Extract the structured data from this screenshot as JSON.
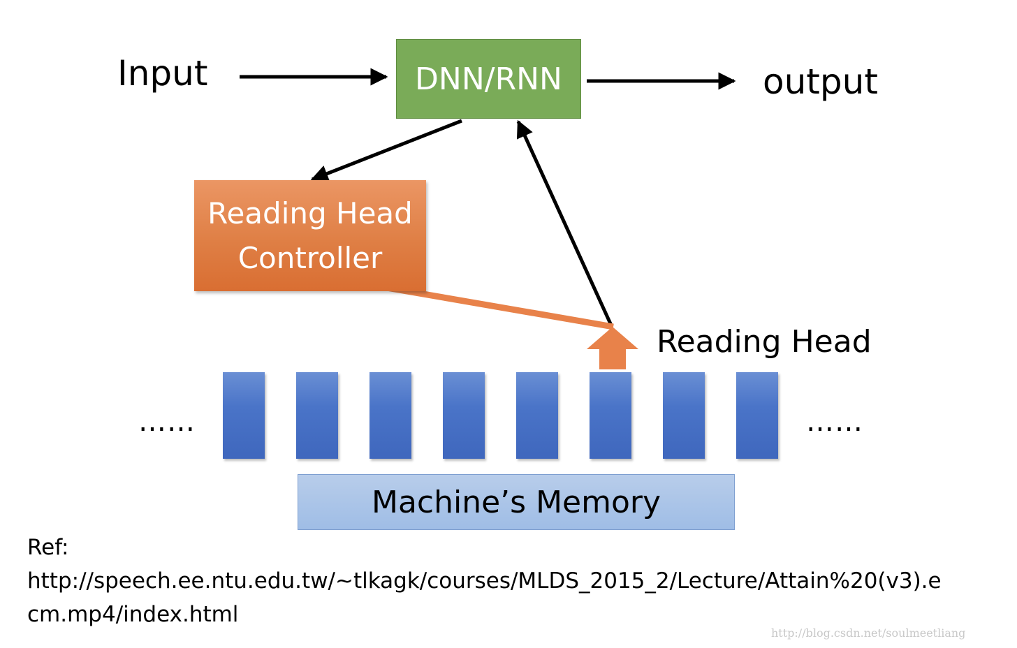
{
  "diagram": {
    "input_label": "Input",
    "output_label": "output",
    "dnn_box_label": "DNN/RNN",
    "controller_line1": "Reading Head",
    "controller_line2": "Controller",
    "reading_head_label": "Reading Head",
    "memory_label": "Machine’s Memory",
    "left_ellipsis": "……",
    "right_ellipsis": "……",
    "memory_cells": 8,
    "reading_head_cell": 6
  },
  "reference": {
    "label": "Ref:",
    "url_line1": "http://speech.ee.ntu.edu.tw/~tlkagk/courses/MLDS_2015_2/Lecture/Attain%20(v3).e",
    "url_line2": "cm.mp4/index.html"
  },
  "watermark": "http://blog.csdn.net/soulmeetliang",
  "colors": {
    "dnn_box": "#7aab58",
    "controller_box": "#e07f45",
    "memory_cell": "#4a74c8",
    "memory_box": "#a9c3e8",
    "reading_head_arrow": "#e8824a",
    "arrow": "#000000"
  }
}
